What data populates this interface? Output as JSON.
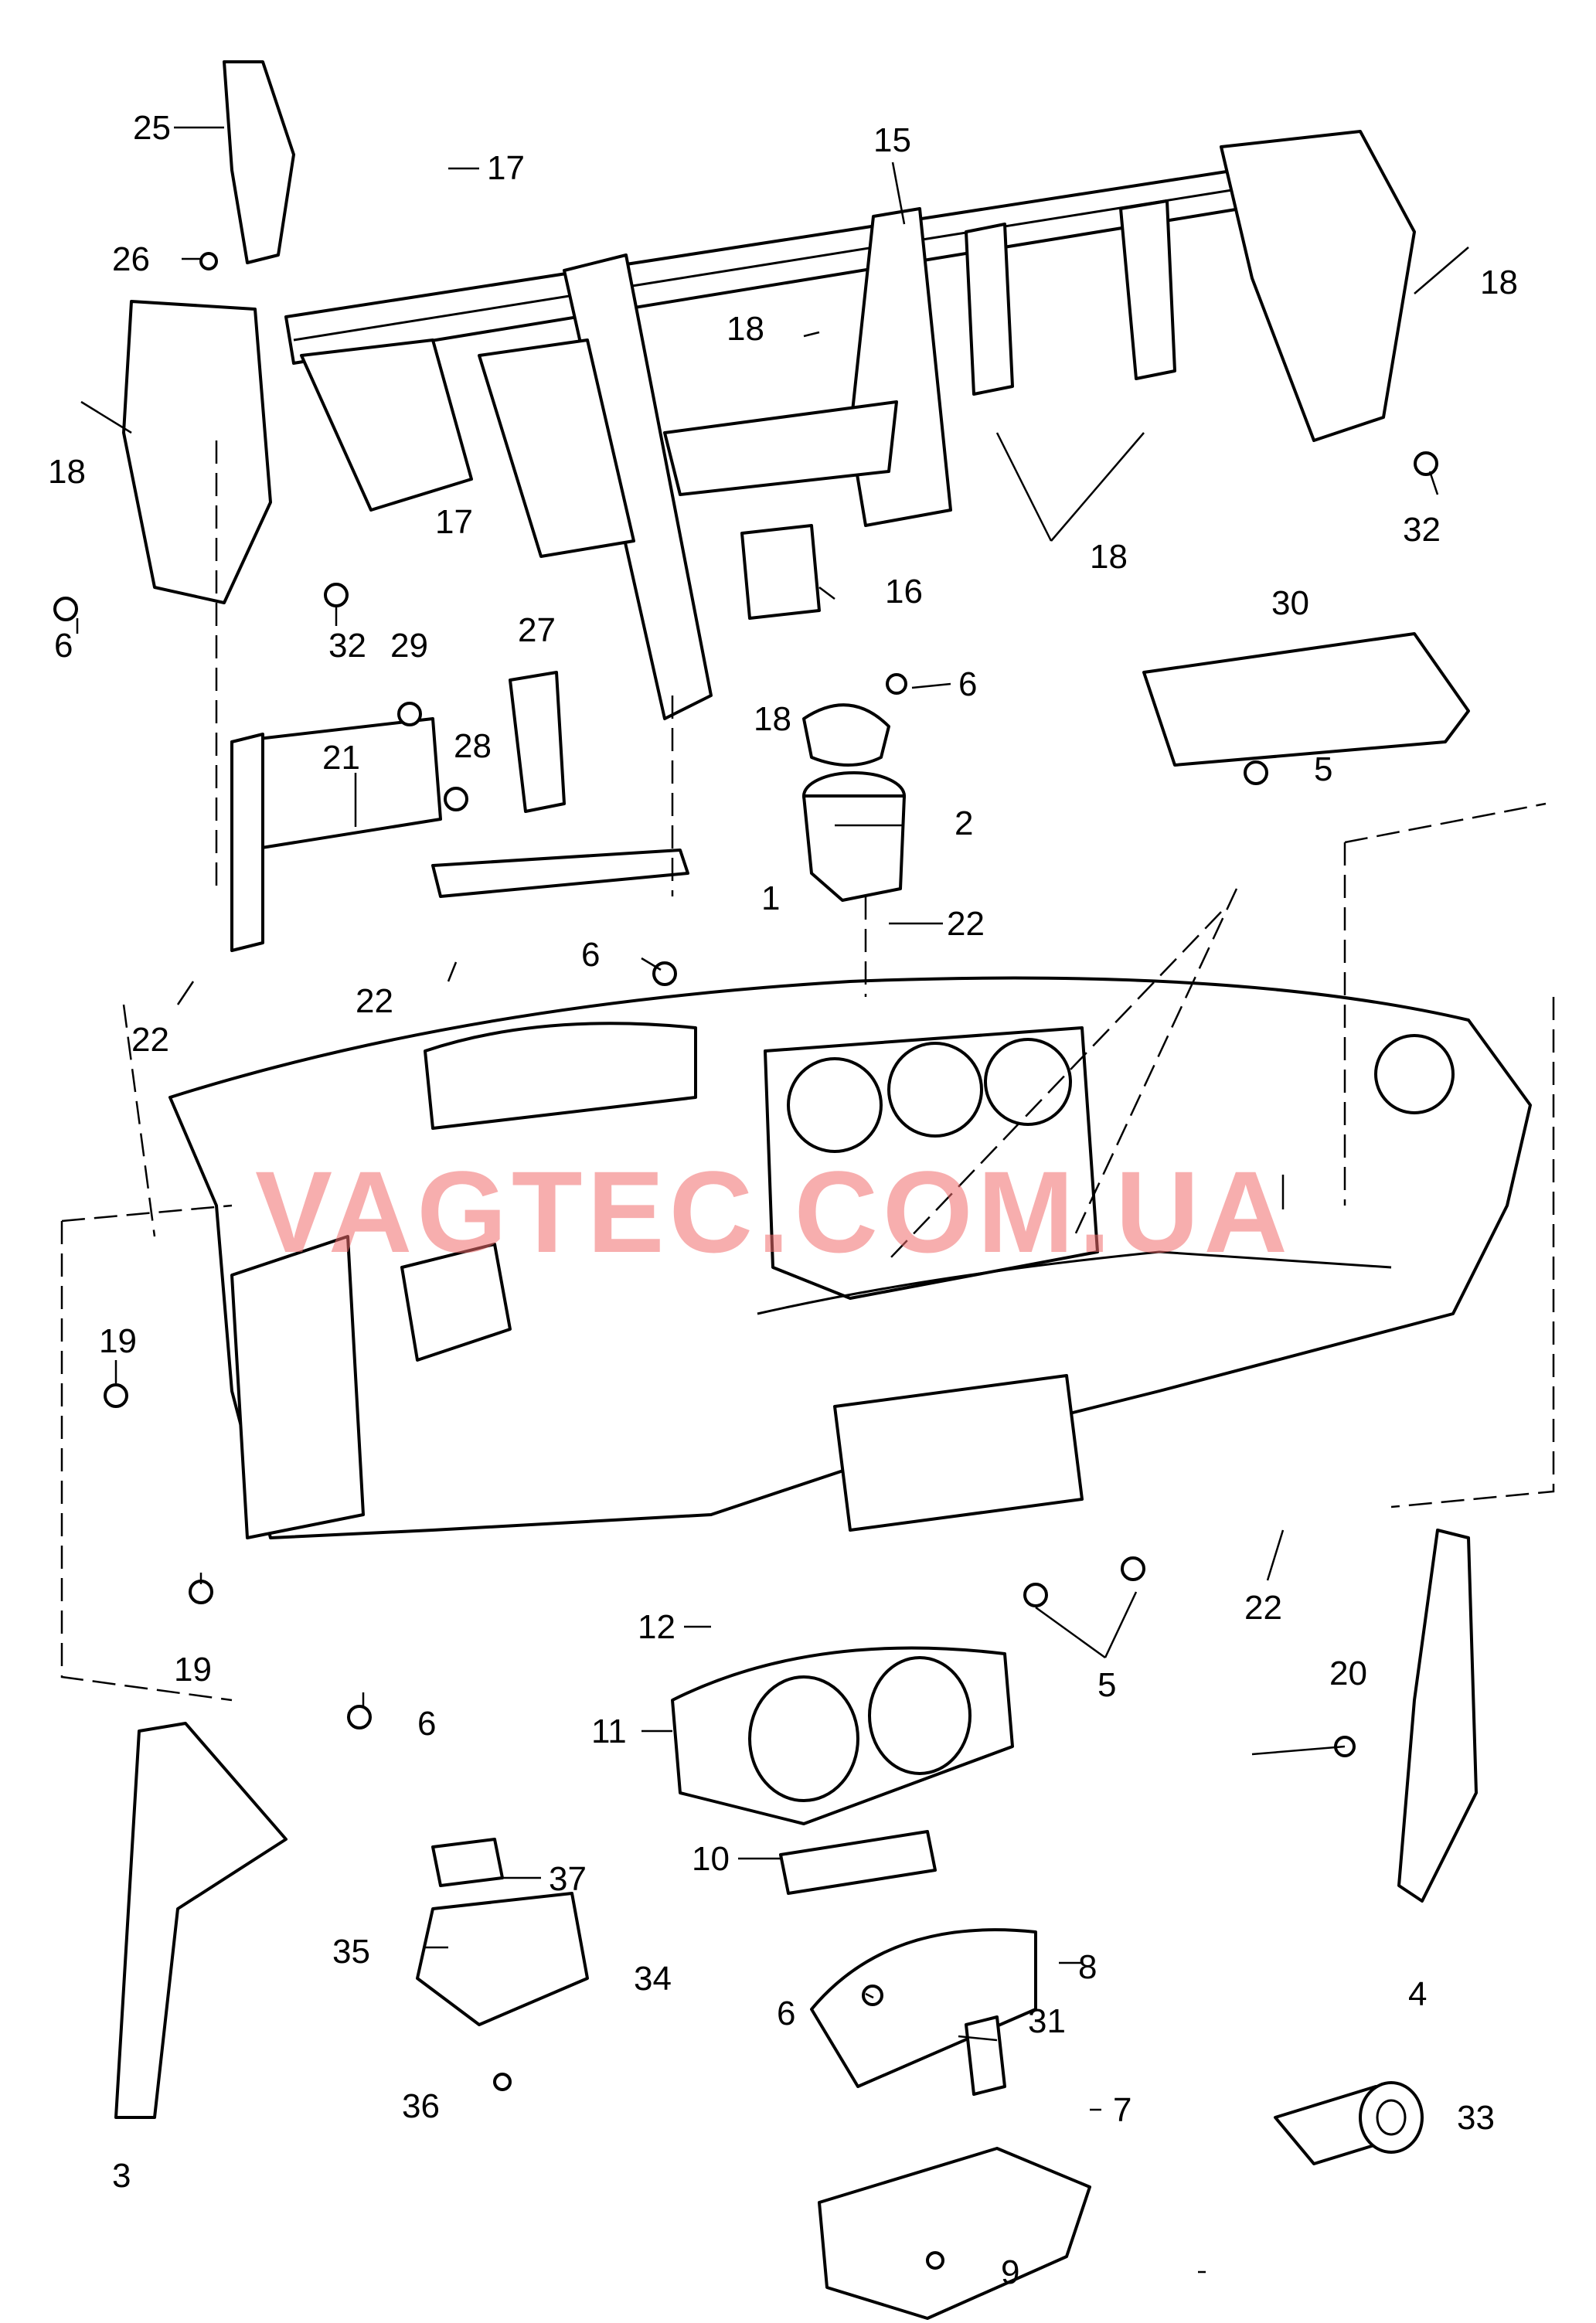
{
  "watermark": "VAGTEC.COM.UA",
  "labels": {
    "l1": "1",
    "l2": "2",
    "l3": "3",
    "l4": "4",
    "l5a": "5",
    "l5b": "5",
    "l6a": "6",
    "l6b": "6",
    "l6c": "6",
    "l6d": "6",
    "l6e": "6",
    "l7": "7",
    "l8": "8",
    "l9": "9",
    "l10": "10",
    "l11": "11",
    "l12": "12",
    "l15": "15",
    "l16": "16",
    "l17a": "17",
    "l17b": "17",
    "l18a": "18",
    "l18b": "18",
    "l18c": "18",
    "l18d": "18",
    "l18e": "18",
    "l19a": "19",
    "l19b": "19",
    "l20": "20",
    "l21": "21",
    "l22a": "22",
    "l22b": "22",
    "l22c": "22",
    "l22d": "22",
    "l25": "25",
    "l26": "26",
    "l27": "27",
    "l28": "28",
    "l29": "29",
    "l30": "30",
    "l31": "31",
    "l32a": "32",
    "l32b": "32",
    "l33": "33",
    "l34": "34",
    "l35": "35",
    "l36": "36",
    "l37": "37"
  },
  "colors": {
    "line": "#000000",
    "background": "#ffffff",
    "watermark": "#f06b6b"
  }
}
